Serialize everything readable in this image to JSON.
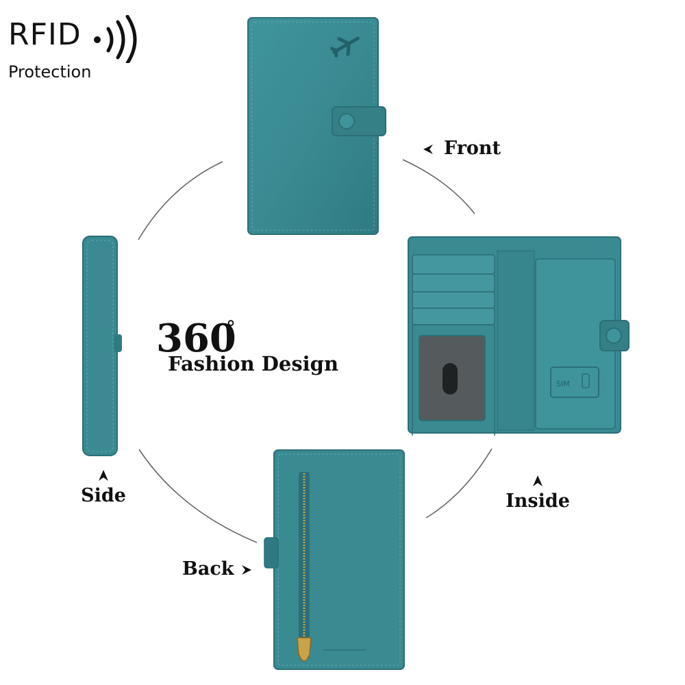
{
  "badge": {
    "title": "RFID",
    "subtitle": "Protection",
    "icon": "rfid-signal-icon"
  },
  "headline": {
    "number": "360",
    "degree_symbol": "°",
    "subtitle": "Fashion Design"
  },
  "views": {
    "front": "Front",
    "side": "Side",
    "inside": "Inside",
    "back": "Back"
  },
  "product": {
    "color": "#3a8a92",
    "color_dark": "#2b6f77",
    "stitch_color": "#5fa9b0",
    "zipper_color": "#c9a24a"
  },
  "sim_emboss": "SIM"
}
